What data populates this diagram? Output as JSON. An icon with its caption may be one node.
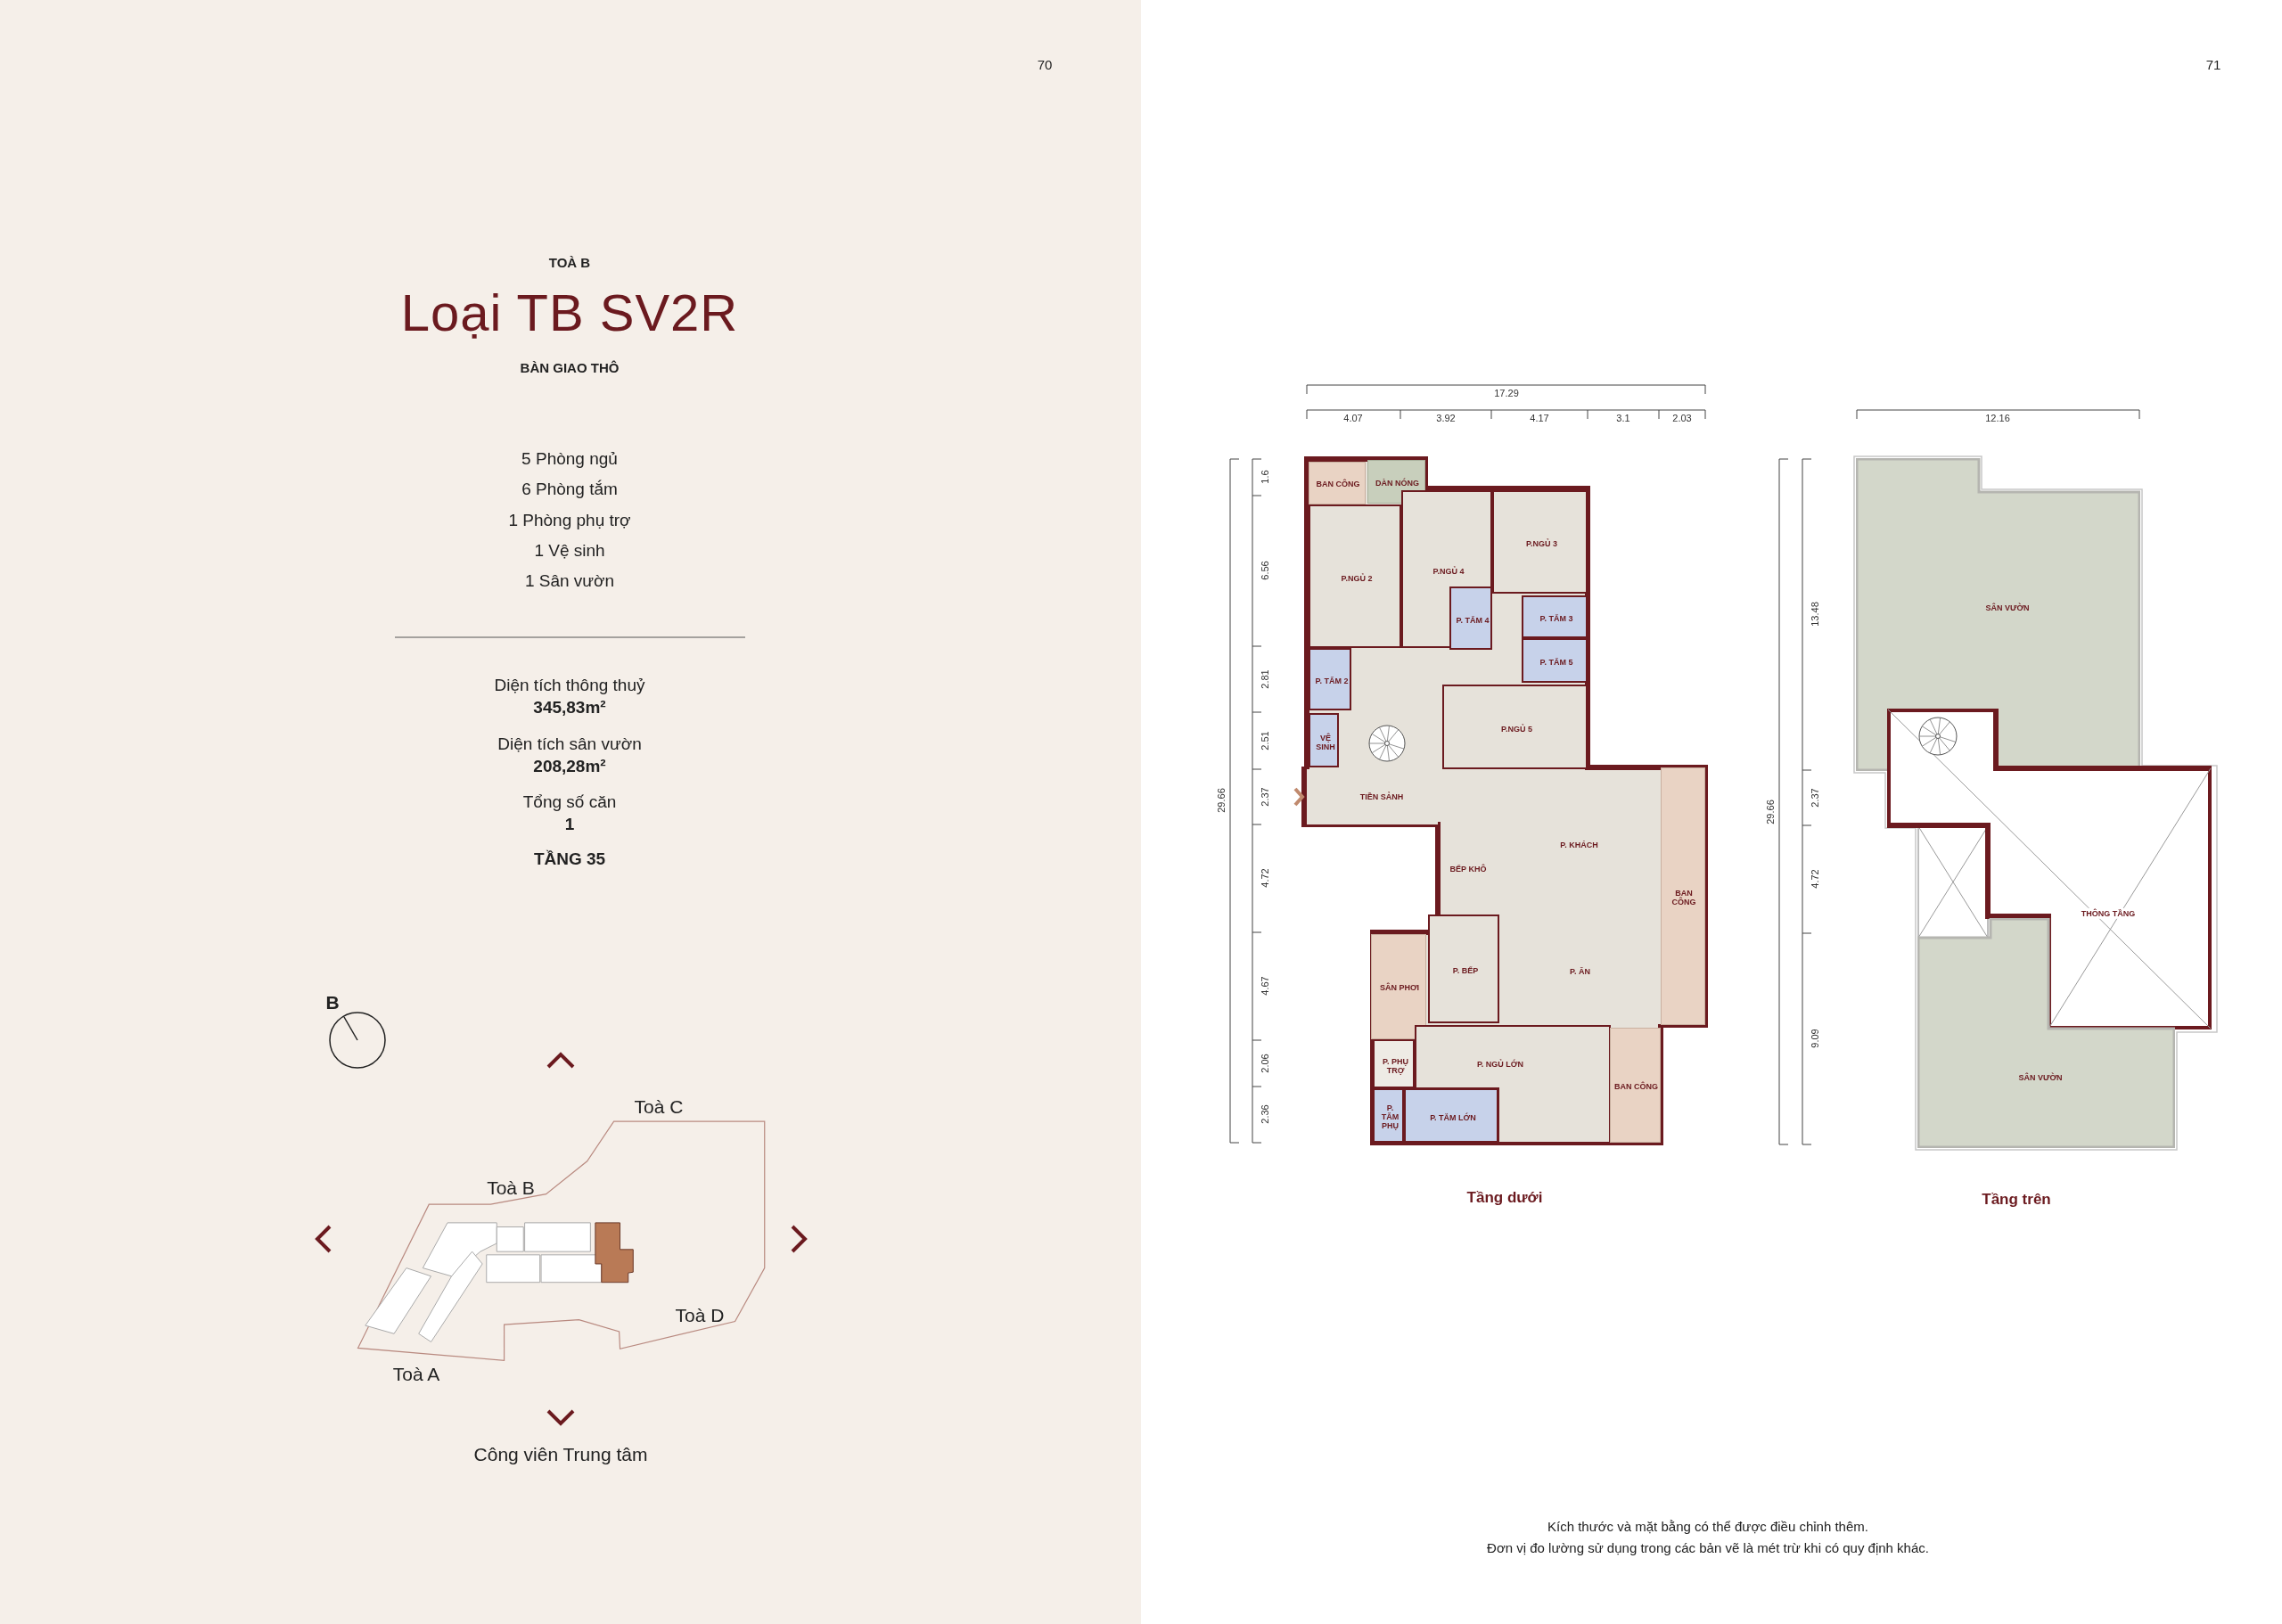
{
  "diagram": {
    "title": "Loại TB SV2R",
    "nodes": [
      {
        "text": [
          "Tầng dưới"
        ]
      },
      {
        "text": [
          "BAN CÔNG"
        ],
        "in": 0
      },
      {
        "text": [
          "DÀN NÓNG"
        ],
        "in": 0
      },
      {
        "text": [
          "P.NGỦ 4"
        ],
        "in": 0
      },
      {
        "text": [
          "P.NGỦ 3"
        ],
        "in": 0
      },
      {
        "text": [
          "P.NGỦ 2"
        ],
        "in": 0
      },
      {
        "text": [
          "P. TẮM 4"
        ],
        "in": 3
      },
      {
        "text": [
          "P. TẮM 3"
        ],
        "in": 0
      },
      {
        "text": [
          "P. TẮM 2"
        ],
        "in": 0
      },
      {
        "text": [
          "P. TẮM 5"
        ],
        "in": 0
      },
      {
        "text": [
          "P.NGỦ 5"
        ],
        "in": 0
      },
      {
        "text": [
          "VỆ SINH"
        ],
        "in": 0
      },
      {
        "text": [
          "TIỀN SẢNH"
        ],
        "in": 0
      },
      {
        "text": [
          "P. KHÁCH"
        ],
        "in": 0
      },
      {
        "text": [
          "BẾP KHÔ"
        ],
        "in": 0
      },
      {
        "text": [
          "BAN CÔNG"
        ],
        "in": 0
      },
      {
        "text": [
          "P. BẾP"
        ],
        "in": 0
      },
      {
        "text": [
          "SÂN PHƠI"
        ],
        "in": 0
      },
      {
        "text": [
          "P. ĂN"
        ],
        "in": 0
      },
      {
        "text": [
          "P. PHỤ TRỢ"
        ],
        "in": 0
      },
      {
        "text": [
          "P. NGỦ LỚN"
        ],
        "in": 0
      },
      {
        "text": [
          "BAN CÔNG"
        ],
        "in": 0
      },
      {
        "text": [
          "P. TẮM PHỤ"
        ],
        "in": 0
      },
      {
        "text": [
          "P. TẮM LỚN"
        ],
        "in": 20
      },
      {
        "text": [
          "Tầng trên"
        ]
      },
      {
        "text": [
          "SÂN VƯỜN"
        ],
        "in": 24
      },
      {
        "text": [
          "THÔNG TẦNG"
        ],
        "in": 24
      },
      {
        "text": [
          "SÂN VƯỜN"
        ],
        "in": 24
      }
    ],
    "edges": [
      {
        "from": null,
        "to": 12,
        "arrow": "to"
      }
    ],
    "labels": [
      "70",
      "71",
      "TOÀ B",
      "BÀN GIAO THÔ",
      "5 Phòng ngủ",
      "6 Phòng tắm",
      "1 Phòng phụ trợ",
      "1 Vệ sinh",
      "1 Sân vườn",
      "Diện tích thông thuỷ",
      "345,83m²",
      "Diện tích sân vườn",
      "208,28m²",
      "Tổng số căn",
      "1",
      "TẦNG 35",
      "B",
      "Toà C",
      "Toà B",
      "Toà D",
      "Toà A",
      "Công viên Trung tâm",
      "17.29",
      "4.07",
      "3.92",
      "4.17",
      "3.1",
      "2.03",
      "29.66",
      "1.6",
      "6.56",
      "2.81",
      "2.51",
      "2.37",
      "4.72",
      "4.67",
      "2.06",
      "2.36",
      "12.16",
      "29.66",
      "13.48",
      "2.37",
      "4.72",
      "9.09",
      "Kích thước và mặt bằng có thể được điều chỉnh thêm.",
      "Đơn vị đo lường sử dụng trong các bản vẽ là mét trừ khi có quy định khác."
    ]
  }
}
